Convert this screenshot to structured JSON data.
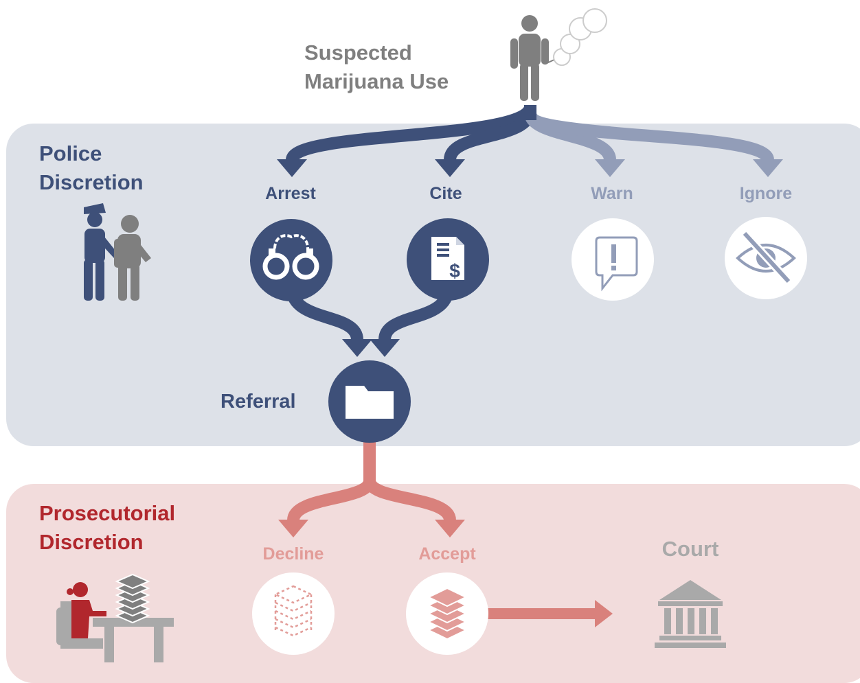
{
  "title": {
    "line1": "Suspected",
    "line2": "Marijuana Use"
  },
  "police": {
    "heading_line1": "Police",
    "heading_line2": "Discretion",
    "outcomes": [
      "Arrest",
      "Cite",
      "Warn",
      "Ignore"
    ],
    "referral": "Referral"
  },
  "prosecutorial": {
    "heading_line1": "Prosecutorial",
    "heading_line2": "Discretion",
    "outcomes": [
      "Decline",
      "Accept"
    ],
    "court": "Court"
  },
  "colors": {
    "navy": "#3e5079",
    "navy_light": "#929db8",
    "gray": "#7f7f7f",
    "light_gray": "#a9a9a9",
    "police_bg": "#dde1e8",
    "pros_bg": "#f2dcdc",
    "red": "#b1272d",
    "salmon": "#d9817c",
    "salmon_light": "#e29c98",
    "white": "#ffffff"
  }
}
